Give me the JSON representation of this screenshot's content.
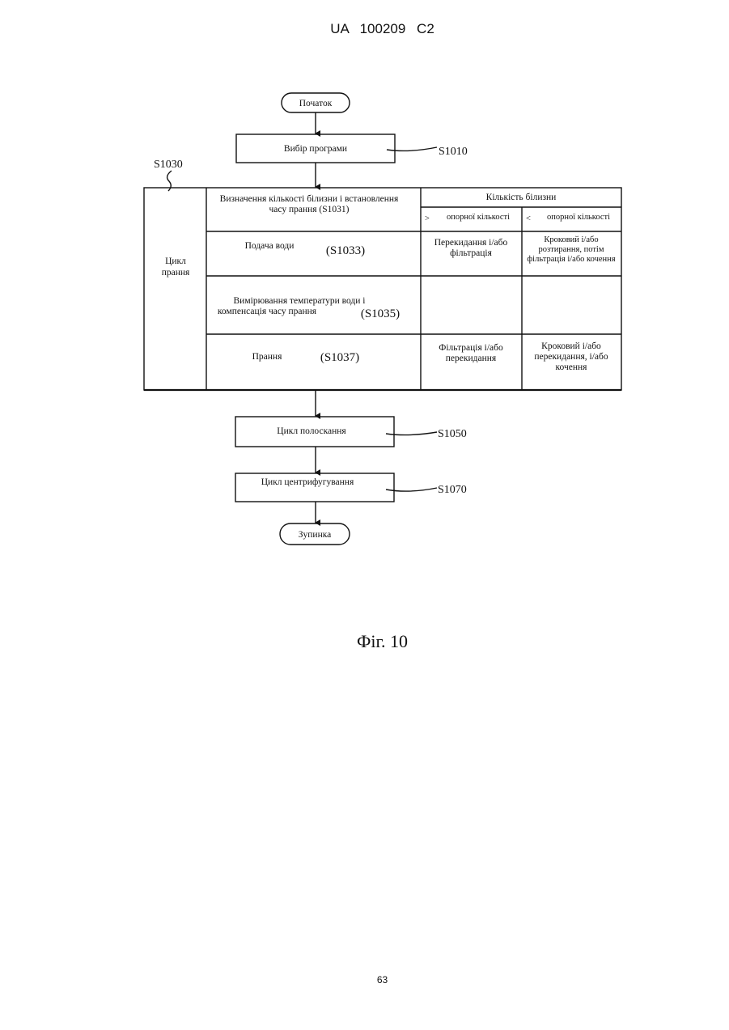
{
  "header": {
    "text": "UA   100209   C2"
  },
  "page_number": "63",
  "figure": {
    "label": "Фіг. 10"
  },
  "diagram": {
    "start": "Початок",
    "stop": "Зупинка",
    "select_program": {
      "text": "Вибір програми",
      "ref": "S1010"
    },
    "wash_cycle_ref": "S1030",
    "wash_cycle_title": [
      "Цикл",
      "прання"
    ],
    "laundry_amount": {
      "header": "Кількість білизни",
      "greater_symbol": ">",
      "greater_label": "опорної кількості",
      "less_symbol": "<",
      "less_label": "опорної кількості"
    },
    "steps": [
      {
        "lines": [
          "Визначення кількості білизни і встановлення",
          "часу прання (S1031)"
        ],
        "ref": ""
      },
      {
        "lines": [
          "Подача води"
        ],
        "ref": "(S1033)",
        "greater": [
          "Перекидання і/або",
          "фільтрація"
        ],
        "less": [
          "Кроковий і/або",
          "розтирання, потім",
          "фільтрація і/або кочення"
        ]
      },
      {
        "lines": [
          "Вимірювання температури води і",
          "компенсація часу прання"
        ],
        "ref": "(S1035)",
        "greater": [],
        "less": []
      },
      {
        "lines": [
          "Прання"
        ],
        "ref": "(S1037)",
        "greater": [
          "Фільтрація і/або",
          "перекидання"
        ],
        "less": [
          "Кроковий і/або",
          "перекидання, і/або",
          "кочення"
        ]
      }
    ],
    "rinse": {
      "text": "Цикл полоскання",
      "ref": "S1050"
    },
    "spin": {
      "text": "Цикл центрифугування",
      "ref": "S1070"
    }
  }
}
